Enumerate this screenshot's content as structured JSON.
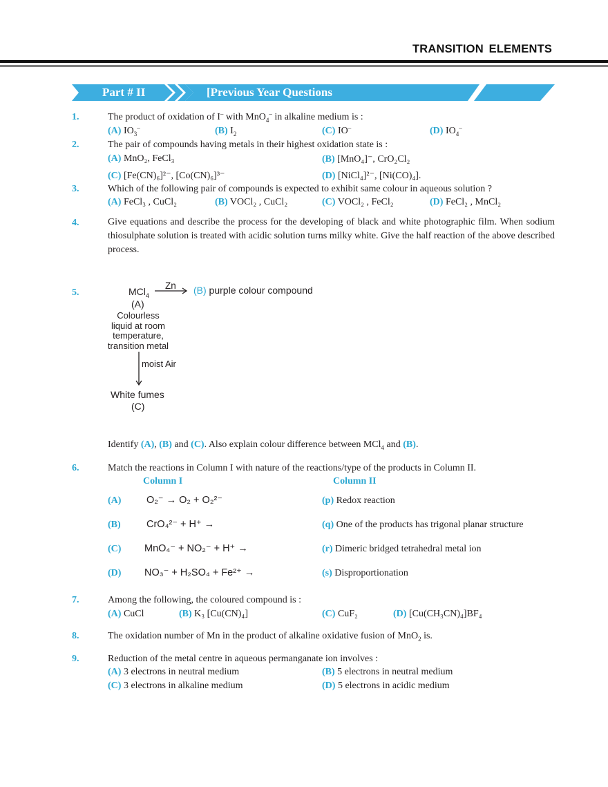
{
  "header": {
    "title": "TRANSITION  ELEMENTS"
  },
  "banner": {
    "part_label": "Part # II",
    "section_label": "[Previous Year Questions",
    "color": "#3daee0"
  },
  "colors": {
    "accent": "#2aa7d1",
    "text": "#231f20"
  },
  "questions": [
    {
      "number": "1.",
      "text_pre": "The product of oxidation of I",
      "text_sup1": "–",
      "text_mid": " with MnO",
      "text_sub": "4",
      "text_sup2": "–",
      "text_post": " in alkaline medium is :",
      "options": [
        {
          "label": "(A)",
          "base": "IO",
          "sub": "3",
          "sup": "–"
        },
        {
          "label": "(B)",
          "base": "I",
          "sub": "2",
          "sup": ""
        },
        {
          "label": "(C)",
          "base": "IO",
          "sub": "",
          "sup": "–"
        },
        {
          "label": "(D)",
          "base": "IO",
          "sub": "4",
          "sup": "–"
        }
      ]
    },
    {
      "number": "2.",
      "text": "The pair of compounds having metals in their highest oxidation state is :",
      "options": [
        {
          "label": "(A)",
          "text": "MnO₂, FeCl₃"
        },
        {
          "label": "(B)",
          "text": "[MnO₄]⁻, CrO₂Cl₂"
        },
        {
          "label": "(C)",
          "text": "[Fe(CN)₆]²⁻, [Co(CN)₆]³⁻"
        },
        {
          "label": "(D)",
          "text": "[NiCl₄]²⁻, [Ni(CO)₄]."
        }
      ]
    },
    {
      "number": "3.",
      "text": "Which of the following pair of compounds is expected to exhibit same colour in aqueous solution ?",
      "options": [
        {
          "label": "(A)",
          "text": "FeCl₃ , CuCl₂"
        },
        {
          "label": "(B)",
          "text": "VOCl₂ , CuCl₂"
        },
        {
          "label": "(C)",
          "text": "VOCl₂ , FeCl₂"
        },
        {
          "label": "(D)",
          "text": "FeCl₂ , MnCl₂"
        }
      ]
    },
    {
      "number": "4.",
      "text": "Give equations and describe the process for the developing of black and white photographic film. When sodium thiosulphate solution is treated with acidic solution turns milky white. Give the half reaction of the above described process."
    },
    {
      "number": "5.",
      "diagram": {
        "reactant": "MCl",
        "reactant_sub": "4",
        "reactant_label": "(A)",
        "reactant_desc": [
          "Colourless",
          "liquid at room",
          "temperature,",
          "transition metal"
        ],
        "reagent_right": "Zn",
        "product_right_label": "(B)",
        "product_right_text": " purple colour compound",
        "reagent_down": "moist Air",
        "product_down_text": "White fumes",
        "product_down_label": "(C)"
      },
      "footer": {
        "t1": "Identify ",
        "a": "(A)",
        "t2": ", ",
        "b": "(B)",
        "t3": " and ",
        "c": "(C)",
        "t4": ". Also explain colour difference between MCl",
        "sub": "4",
        "t5": " and ",
        "b2": "(B)",
        "t6": "."
      }
    },
    {
      "number": "6.",
      "text": "Match the reactions in Column I with nature of the reactions/type of the products in Column II.",
      "column1_header": "Column I",
      "column2_header": "Column II",
      "column1": [
        {
          "label": "(A)",
          "eq": "O₂⁻ → O₂ + O₂²⁻"
        },
        {
          "label": "(B)",
          "eq": "CrO₄²⁻ + H⁺ →"
        },
        {
          "label": "(C)",
          "eq": "MnO₄⁻ + NO₂⁻ + H⁺ →"
        },
        {
          "label": "(D)",
          "eq": "NO₃⁻ + H₂SO₄ + Fe²⁺ →"
        }
      ],
      "column2": [
        {
          "label": "(p)",
          "text": "Redox reaction"
        },
        {
          "label": "(q)",
          "text": "One of the products has trigonal planar structure"
        },
        {
          "label": "(r)",
          "text": "Dimeric bridged tetrahedral metal ion"
        },
        {
          "label": "(s)",
          "text": "Disproportionation"
        }
      ]
    },
    {
      "number": "7.",
      "text": "Among the following, the coloured compound is :",
      "options": [
        {
          "label": "(A)",
          "text": "CuCl"
        },
        {
          "label": "(B)",
          "text": "K₃ [Cu(CN)₄]"
        },
        {
          "label": "(C)",
          "text": "CuF₂"
        },
        {
          "label": "(D)",
          "text": "[Cu(CH₃CN)₄]BF₄"
        }
      ]
    },
    {
      "number": "8.",
      "text_pre": "The oxidation number of Mn in the product of alkaline oxidative fusion of MnO",
      "text_sub": "2",
      "text_post": " is."
    },
    {
      "number": "9.",
      "text": "Reduction of the metal centre in aqueous permanganate ion involves :",
      "options": [
        {
          "label": "(A)",
          "text": "3 electrons in neutral medium"
        },
        {
          "label": "(B)",
          "text": "5 electrons in neutral medium"
        },
        {
          "label": "(C)",
          "text": "3 electrons in alkaline medium"
        },
        {
          "label": "(D)",
          "text": "5 electrons in acidic medium"
        }
      ]
    }
  ]
}
